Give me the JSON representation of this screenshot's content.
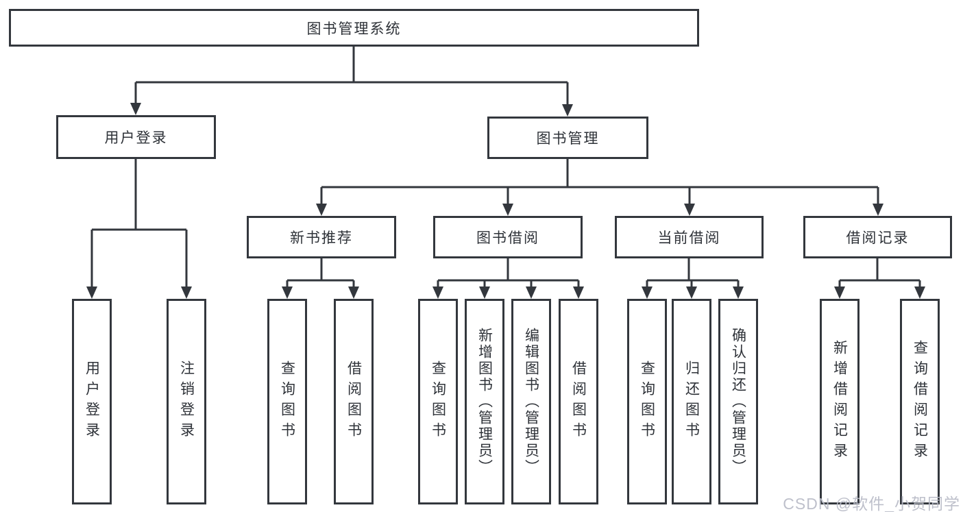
{
  "root": {
    "label": "图书管理系统"
  },
  "level2": [
    {
      "label": "用户登录"
    },
    {
      "label": "图书管理"
    }
  ],
  "level3": [
    {
      "label": "新书推荐"
    },
    {
      "label": "图书借阅"
    },
    {
      "label": "当前借阅"
    },
    {
      "label": "借阅记录"
    }
  ],
  "leaves": {
    "user_login": [
      "用户登录",
      "注销登录"
    ],
    "new_book_recommend": [
      "查询图书",
      "借阅图书"
    ],
    "book_borrow": [
      "查询图书",
      "新增图书（管理员）",
      "编辑图书（管理员）",
      "借阅图书"
    ],
    "current_borrow": [
      "查询图书",
      "归还图书",
      "确认归还（管理员）"
    ],
    "borrow_record": [
      "新增借阅记录",
      "查询借阅记录"
    ]
  },
  "watermark": "CSDN @软件_小贺同学",
  "colors": {
    "line": "#33373d",
    "box_border": "#33373d",
    "text": "#2e3238",
    "background": "#ffffff",
    "watermark": "#b7bac6"
  }
}
